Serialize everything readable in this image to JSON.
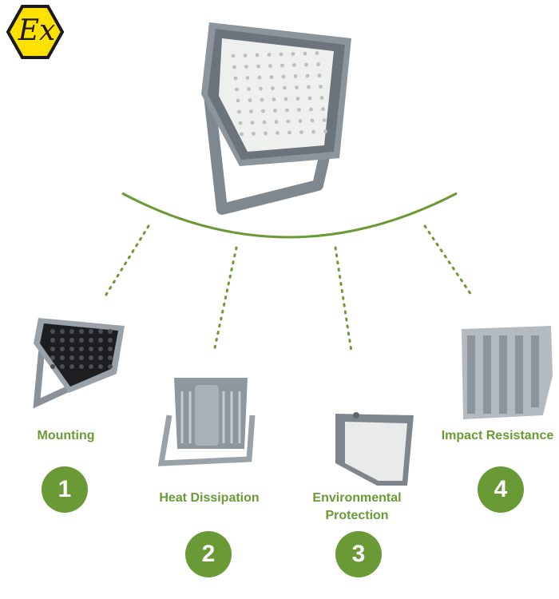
{
  "badge": {
    "text": "Ex"
  },
  "features": [
    {
      "label": "Mounting",
      "number": "1"
    },
    {
      "label": "Heat Dissipation",
      "number": "2"
    },
    {
      "label": "Environmental\nProtection",
      "number": "3"
    },
    {
      "label": "Impact Resistance",
      "number": "4"
    }
  ],
  "colors": {
    "accent": "#6a9a35",
    "badge_fill": "#ffe100",
    "housing": "#8c949c"
  }
}
